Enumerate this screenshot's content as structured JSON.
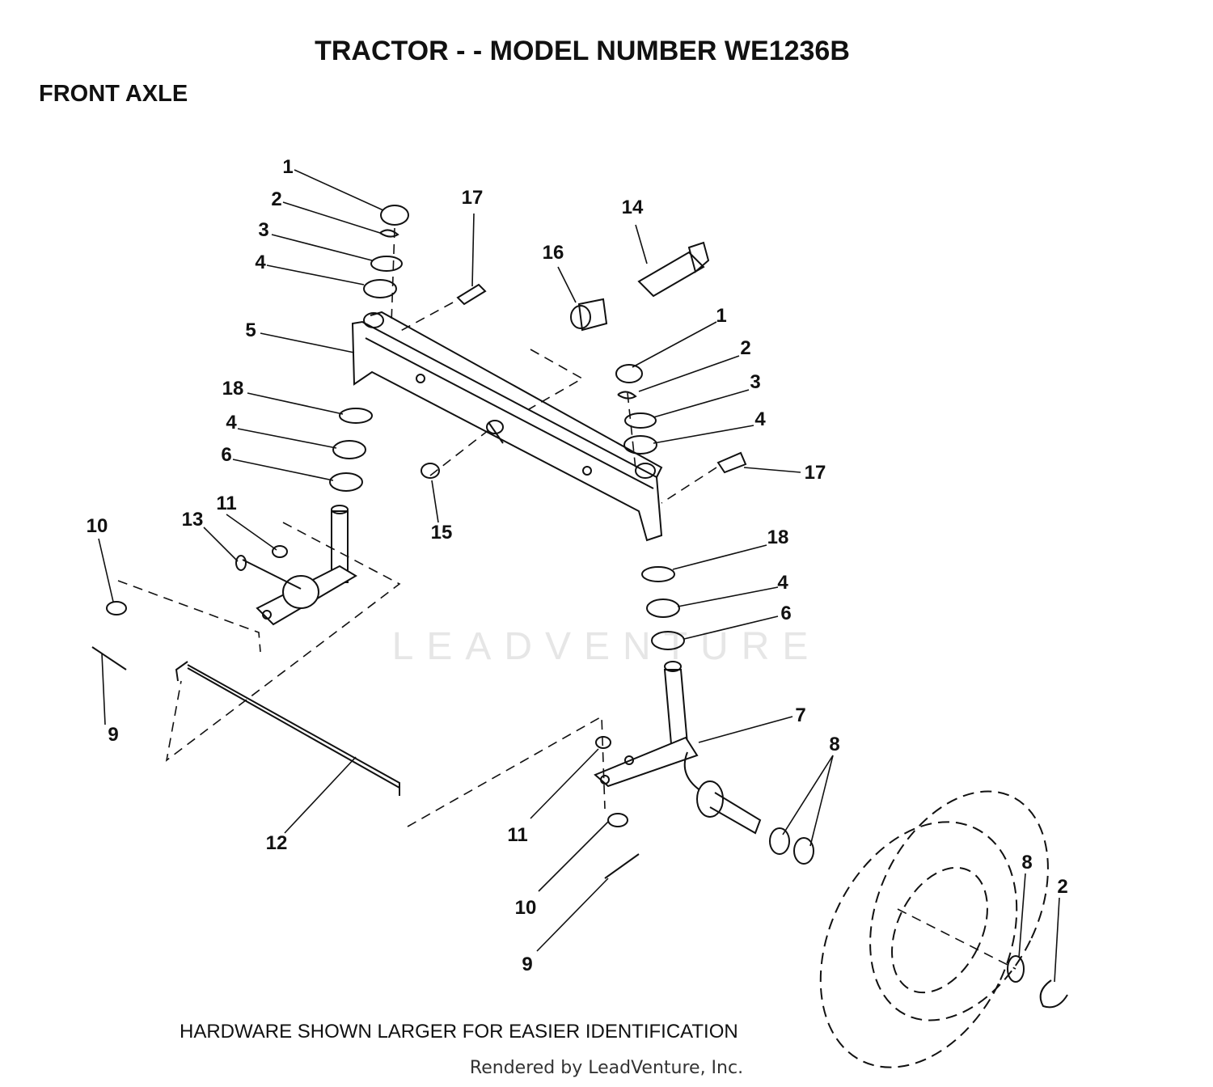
{
  "title": "TRACTOR - - MODEL NUMBER WE1236B",
  "section": "FRONT AXLE",
  "note": "HARDWARE SHOWN LARGER FOR EASIER IDENTIFICATION",
  "credit": "Rendered by LeadVenture, Inc.",
  "watermark": "LEADVENTURE",
  "colors": {
    "ink": "#111111",
    "watermark": "#e6e6e6"
  },
  "callouts": [
    "1",
    "2",
    "3",
    "4",
    "5",
    "18",
    "4",
    "6",
    "17",
    "16",
    "14",
    "1",
    "2",
    "3",
    "4",
    "17",
    "15",
    "10",
    "13",
    "11",
    "9",
    "18",
    "4",
    "6",
    "7",
    "8",
    "12",
    "11",
    "10",
    "9",
    "8",
    "2"
  ]
}
